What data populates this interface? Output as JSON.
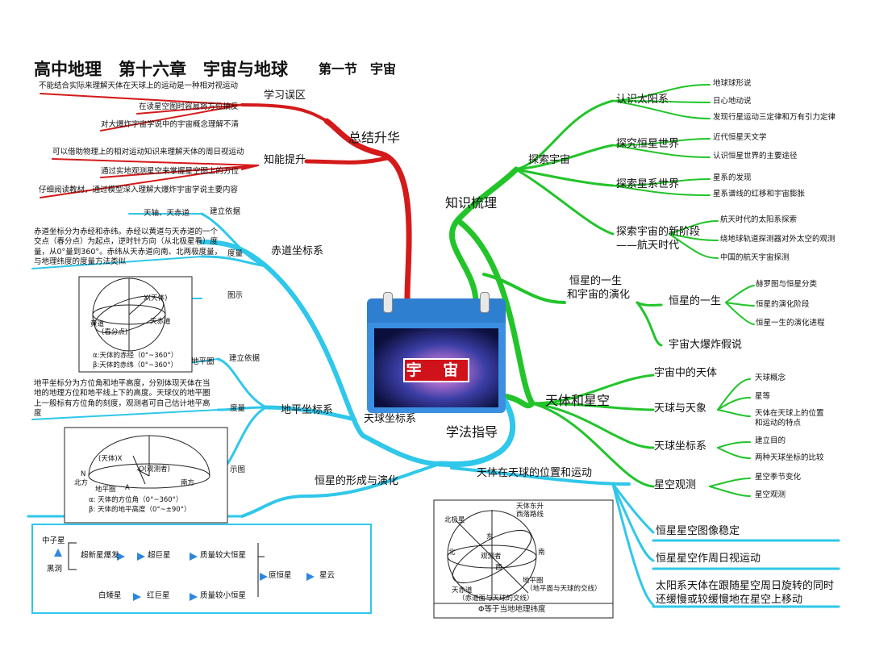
{
  "title": {
    "main": "高中地理　第十六章　宇宙与地球",
    "section": "第一节　宇宙"
  },
  "center": {
    "label": "宇 宙"
  },
  "summary": {
    "label": "总结升华",
    "learning_mistakes": {
      "label": "学习误区",
      "items": [
        "不能结合实际来理解天体在天球上的运动是一种相对视运动",
        "在读星空图时容易将方位搞反",
        "对大爆炸宇宙学说中的宇宙概念理解不清"
      ]
    },
    "ability": {
      "label": "知能提升",
      "items": [
        "可以借助物理上的相对运动知识来理解天体的周日视运动",
        "通过实地观测星空来掌握星空图上的方位",
        "仔细阅读教材，通过模型深入理解大爆炸宇宙学说主要内容"
      ]
    }
  },
  "celestial_coords": {
    "label": "天球坐标系",
    "equatorial": {
      "label": "赤道坐标系",
      "basis_label": "建立依据",
      "basis": "天轴、天赤道",
      "measure_label": "度量",
      "measure_text": "赤道坐标分为赤经和赤纬。赤经以黄道与天赤道的一个交点（春分点）为起点，逆时针方向（从北极星看）度量，从0°量到360°。赤纬从天赤道向南、北两极度量，与地理纬度的度量方法类似",
      "diagram_label": "图示",
      "fig": {
        "x_label": "X(天体)",
        "ecliptic": "黄道",
        "equator": "天赤道",
        "spring": "(春分点)",
        "alpha": "α:天体的赤经（0°~360°）",
        "delta": "β:天体的赤纬（0°~360°）"
      }
    },
    "horizontal": {
      "label": "地平坐标系",
      "basis_label": "建立依据",
      "basis": "地平圈",
      "measure_label": "度量",
      "measure_text": "地平坐标分为方位角和地平高度，分别体现天体在当地的地理方位和地平线上下的高度。天球仪的地平圈上一般标有方位角的刻度，观测者可自己估计地平高度",
      "diagram_label": "示图",
      "fig": {
        "body": "(天体)X",
        "observer": "O(观测者)",
        "north_letter": "N",
        "north": "北方",
        "south": "南方",
        "horizon": "地平圈",
        "a_letter": "A",
        "alpha": "α:  天体的方位角（0°~360°）",
        "beta": "β:  天体的地平高度（0°~±90°）"
      }
    }
  },
  "star_evolution": {
    "label": "恒星的形成与演化",
    "nodes": {
      "neutron": "中子星",
      "blackhole": "黑洞",
      "supernova": "超新星爆发",
      "supergiant": "超巨星",
      "massive": "质量较大恒星",
      "protostar": "原恒星",
      "nebula": "星云",
      "whitedwarf": "白矮星",
      "redgiant": "红巨星",
      "lowmass": "质量较小恒星"
    }
  },
  "knowledge": {
    "label": "知识梳理",
    "explore": {
      "label": "探索宇宙",
      "groups": [
        {
          "label": "认识太阳系",
          "items": [
            "地球球形说",
            "日心地动说",
            "发现行星运动三定律和万有引力定律"
          ]
        },
        {
          "label": "探究恒星世界",
          "items": [
            "近代恒星天文学",
            "认识恒星世界的主要途径"
          ]
        },
        {
          "label": "探索星系世界",
          "items": [
            "星系的发现",
            "星系谱线的红移和宇宙膨胀"
          ]
        },
        {
          "label": "探索宇宙的新阶段",
          "label2": "——航天时代",
          "items": [
            "航天时代的太阳系探索",
            "绕地球轨道探测器对外太空的观测",
            "中国的航天宇宙探测"
          ]
        }
      ]
    },
    "lifecycle": {
      "label": "恒星的一生",
      "label2": "和宇宙的演化",
      "star_life": {
        "label": "恒星的一生",
        "items": [
          "赫罗图与恒星分类",
          "恒星的演化阶段",
          "恒星一生的演化进程"
        ]
      },
      "bigbang": "宇宙大爆炸假说"
    },
    "bodies": {
      "label": "天体和星空",
      "groups": [
        {
          "label": "宇宙中的天体",
          "items": []
        },
        {
          "label": "天球与天象",
          "items": [
            "天球概念",
            "星等",
            "天体在天球上的位置",
            "和运动的特点"
          ]
        },
        {
          "label": "天球坐标系",
          "items": [
            "建立目的",
            "两种天球坐标的比较"
          ]
        },
        {
          "label": "星空观测",
          "items": [
            "星空季节变化",
            "星空观测"
          ]
        }
      ]
    }
  },
  "method": {
    "label": "学法指导",
    "position": {
      "label": "天体在天球的位置和运动",
      "items": [
        "恒星星空图像稳定",
        "恒星星空作周日视运动",
        "太阳系天体在跟随星空周日旋转的同时",
        "还缓慢或较缓慢地在星空上移动"
      ],
      "fig": {
        "polaris": "北极星",
        "east_rise": "天体东升",
        "west_set": "西落路线",
        "east": "东",
        "north": "北",
        "observer": "观测者",
        "south": "南",
        "west": "西",
        "equator": "天赤道",
        "equator_note": "（赤道面与天球的交线）",
        "horizon": "地平圈",
        "horizon_note": "（地平面与天球的交线）",
        "phi_caption": "Φ等于当地地理纬度"
      }
    }
  },
  "colors": {
    "red": "#d41a1a",
    "green": "#22c42a",
    "cyan": "#2fc7ea",
    "blue": "#2e86de"
  }
}
